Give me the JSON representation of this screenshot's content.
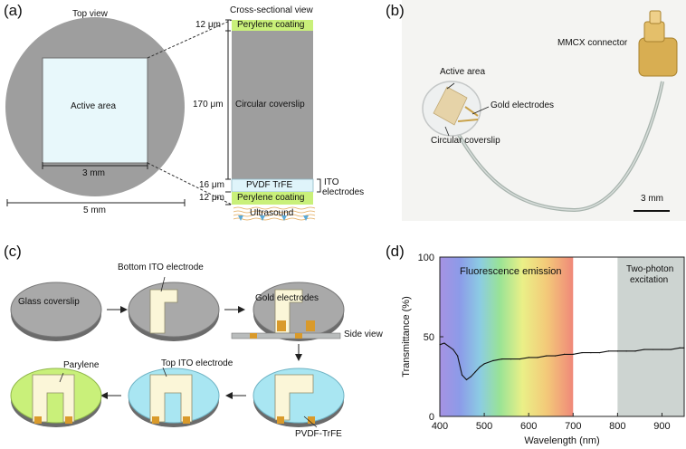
{
  "panels": {
    "a": {
      "label": "(a)",
      "top_view_title": "Top view",
      "cross_section_title": "Cross-sectional view",
      "active_area_label": "Active area",
      "inner_dimension": "3 mm",
      "outer_dimension": "5 mm",
      "layers": {
        "perylene_top": {
          "label": "Perylene coating",
          "thickness": "12 μm"
        },
        "coverslip": {
          "label": "Circular coverslip",
          "thickness": "170 μm"
        },
        "pvdf": {
          "label": "PVDF TrFE",
          "thickness": "16 μm"
        },
        "perylene_bottom": {
          "label": "Perylene  coating",
          "thickness": "12 μm"
        },
        "ultrasound": {
          "label": "Ultrasound"
        }
      },
      "ito_label_line1": "ITO",
      "ito_label_line2": "electrodes"
    },
    "b": {
      "label": "(b)",
      "connector_label": "MMCX connector",
      "active_area_label": "Active area",
      "gold_label": "Gold electrodes",
      "coverslip_label": "Circular coverslip",
      "scale_label": "3 mm"
    },
    "c": {
      "label": "(c)",
      "glass_label": "Glass coverslip",
      "bottom_ito_label": "Bottom ITO electrode",
      "gold_label": "Gold electrodes",
      "side_view_label": "Side view",
      "parylene_label": "Parylene",
      "top_ito_label": "Top ITO electrode",
      "pvdf_label": "PVDF-TrFE"
    },
    "d": {
      "label": "(d)",
      "fluorescence_label": "Fluorescence emission",
      "two_photon_line1": "Two-photon",
      "two_photon_line2": "excitation"
    }
  },
  "colors": {
    "coverslip_gray": "#9e9e9e",
    "active_area": "#e8f8fb",
    "perylene_green": "#c9f07a",
    "pvdf_blue": "#dff4fa",
    "ito_cream": "#fbf6d8",
    "gold": "#d99a2b",
    "two_photon_band": "#c8cfcc"
  },
  "chart_data": {
    "type": "line",
    "title": "",
    "xlabel": "Wavelength (nm)",
    "ylabel": "Transmittance (%)",
    "xlim": [
      400,
      950
    ],
    "ylim": [
      0,
      100
    ],
    "xticks": [
      400,
      500,
      600,
      700,
      800,
      900
    ],
    "yticks": [
      0,
      50,
      100
    ],
    "grid": false,
    "bands": [
      {
        "name": "Fluorescence emission",
        "x_start": 400,
        "x_end": 700,
        "style": "rainbow"
      },
      {
        "name": "Two-photon excitation",
        "x_start": 800,
        "x_end": 950,
        "style": "gray"
      }
    ],
    "series": [
      {
        "x": [
          400,
          410,
          420,
          430,
          440,
          450,
          460,
          470,
          480,
          490,
          500,
          520,
          540,
          560,
          580,
          600,
          620,
          640,
          660,
          680,
          700,
          720,
          740,
          760,
          780,
          800,
          820,
          840,
          860,
          880,
          900,
          920,
          940,
          950
        ],
        "y": [
          45,
          46,
          44,
          42,
          38,
          26,
          23,
          25,
          28,
          31,
          33,
          35,
          36,
          36,
          36,
          37,
          37,
          38,
          38,
          39,
          39,
          40,
          40,
          40,
          41,
          41,
          41,
          41,
          42,
          42,
          42,
          42,
          43,
          43
        ]
      }
    ]
  }
}
